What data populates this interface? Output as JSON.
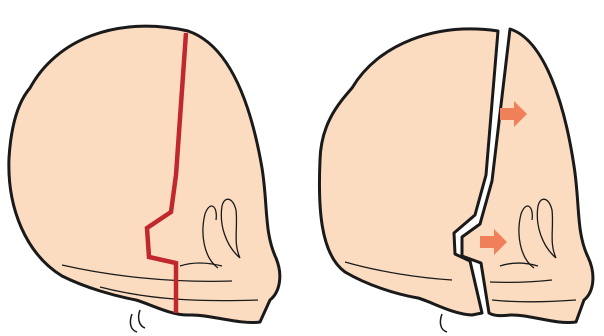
{
  "colors": {
    "background": "#ffffff",
    "skin": "#fbdcc1",
    "outline": "#1a1a1a",
    "cut_line": "#c0282d",
    "arrow": "#f0805a"
  },
  "icons": {
    "left": "skull-with-cut-line",
    "right": "skull-split-advanced",
    "arrows": "right-arrow"
  }
}
